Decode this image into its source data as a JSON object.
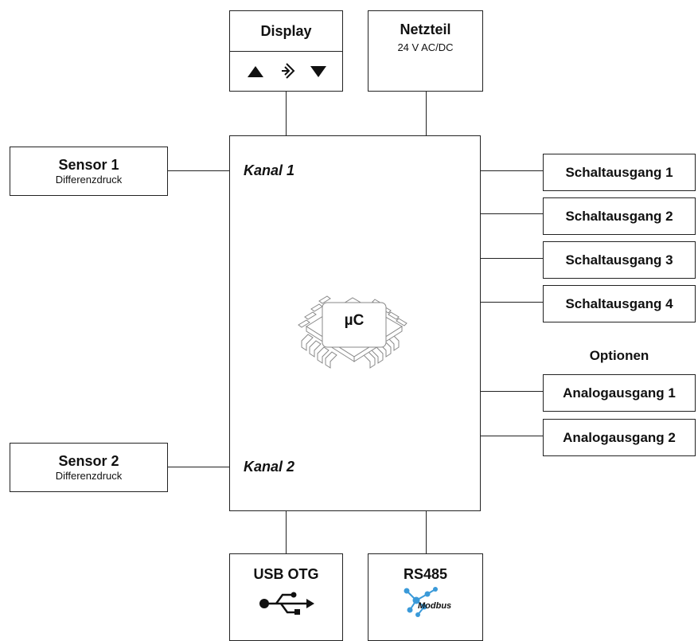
{
  "display": {
    "title": "Display",
    "controls": [
      "up-arrow-icon",
      "enter-icon",
      "down-arrow-icon"
    ]
  },
  "power": {
    "title": "Netzteil",
    "subtitle": "24 V AC/DC"
  },
  "controller": {
    "label": "µC",
    "channel1": "Kanal 1",
    "channel2": "Kanal 2"
  },
  "sensors": [
    {
      "title": "Sensor 1",
      "subtitle": "Differenzdruck"
    },
    {
      "title": "Sensor 2",
      "subtitle": "Differenzdruck"
    }
  ],
  "switch_outputs": [
    "Schaltausgang 1",
    "Schaltausgang 2",
    "Schaltausgang 3",
    "Schaltausgang 4"
  ],
  "options": {
    "heading": "Optionen",
    "analog_outputs": [
      "Analogausgang 1",
      "Analogausgang 2"
    ]
  },
  "interfaces": {
    "usb": {
      "title": "USB OTG",
      "icon": "usb-icon"
    },
    "rs485": {
      "title": "RS485",
      "icon": "modbus-logo",
      "logo_text": "Modbus"
    }
  },
  "colors": {
    "modbus_blue": "#3a9ad9",
    "line": "#222222"
  }
}
